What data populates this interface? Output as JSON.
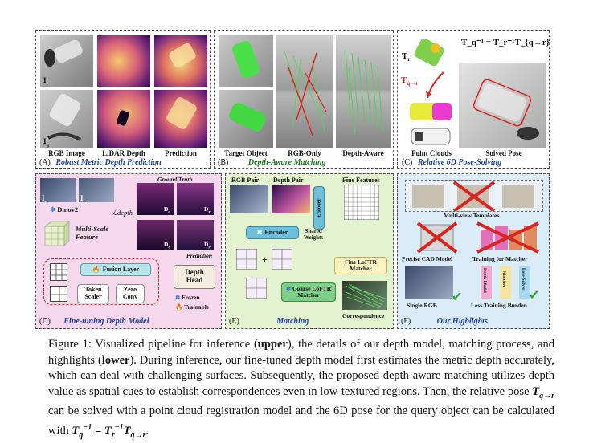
{
  "panelA": {
    "img_labels": [
      "I",
      "I"
    ],
    "img_subs": [
      "r",
      "q"
    ],
    "col_labels": [
      "RGB Image",
      "LiDAR Depth",
      "Prediction"
    ],
    "tag": "(A)",
    "title": "Robust Metric Depth Prediction"
  },
  "panelB": {
    "col_labels": [
      "Target Object",
      "RGB-Only",
      "Depth-Aware"
    ],
    "tag": "(B)",
    "title": "Depth-Aware Matching"
  },
  "panelC": {
    "eq_main": "T",
    "eq_lhs": "T_q⁻¹ = T_r⁻¹T_{q→r}",
    "tr_label": "T",
    "tr_sub": "r",
    "tqr_label": "T",
    "tqr_sub": "q→r",
    "col_labels": [
      "Point Clouds",
      "Solved Pose"
    ],
    "tag": "(C)",
    "title": "Relative 6D Pose-Solving"
  },
  "panelD": {
    "ground_truth": "Ground Truth",
    "dinov2": "Dinov2",
    "l_depth": "ℒdepth",
    "iq": "I",
    "iq_sub": "q",
    "ir": "I",
    "ir_sub": "r",
    "dq": "D",
    "dq_sub": "q",
    "dr": "D",
    "dr_sub": "r",
    "feature_l1": "Multi-Scale",
    "feature_l2": "Feature",
    "prediction": "Prediction",
    "fusion": "Fusion Layer",
    "token1": "Token",
    "token2": "Scaler",
    "zero1": "Zero",
    "zero2": "Conv",
    "depth1": "Depth",
    "depth2": "Head",
    "frozen": "Frozen",
    "trainable": "Trainable",
    "tag": "(D)",
    "title": "Fine-tuning Depth Model"
  },
  "panelE": {
    "rgb_pair": "RGB Pair",
    "depth_pair": "Depth Pair",
    "fine_features": "Fine Features",
    "encoder_v": "Encoder",
    "encoder": "Encoder",
    "shared1": "Shared",
    "shared2": "Weights",
    "fine_loftr1": "Fine LoFTR",
    "fine_loftr2": "Matcher",
    "coarse1": "Coarse LoFTR",
    "coarse2": "Matcher",
    "correspondence": "Correspondence",
    "tag": "(E)",
    "title": "Matching"
  },
  "panelF": {
    "multiview": "Multi-view Templates",
    "cad": "Precise CAD Model",
    "training": "Training for Matcher",
    "single_rgb": "Single RGB",
    "less_training": "Less Training Burden",
    "v_depth": "Depth Model",
    "v_matcher": "Matcher",
    "v_pose": "Pose-Solver",
    "tag": "(F)",
    "title": "Our Highlights"
  },
  "caption": {
    "p1": "Figure 1: Visualized pipeline for inference (",
    "upper": "upper",
    "p2": "), the details of our depth model, matching process, and highlights (",
    "lower": "lower",
    "p3": "). During inference, our fine-tuned depth model first estimates the metric depth accurately, which can deal with challenging surfaces. Subsequently, the proposed depth-aware matching utilizes depth value as spatial cues to establish correspondences even in low-textured regions. Then, the relative pose ",
    "t_qr": "T",
    "t_qr_sub": "q→r",
    "p4": " can be solved with a point cloud registration model and the 6D pose for the query object can be calculated with ",
    "eq": "T",
    "eq_sub": "q",
    "eq_sup": "−1",
    "eq_mid": " = T",
    "eq_sub2": "r",
    "eq_sup2": "−1",
    "eq_end": "T",
    "eq_sub3": "q→r",
    "p5": "."
  },
  "colors": {
    "panelD_bg": "#f6d8ec",
    "panelE_bg": "#e3f2cf",
    "panelF_bg": "#d9ecf8",
    "title_blue": "#1f3ca8",
    "title_green": "#1e7a1e",
    "red": "#d9241f"
  }
}
